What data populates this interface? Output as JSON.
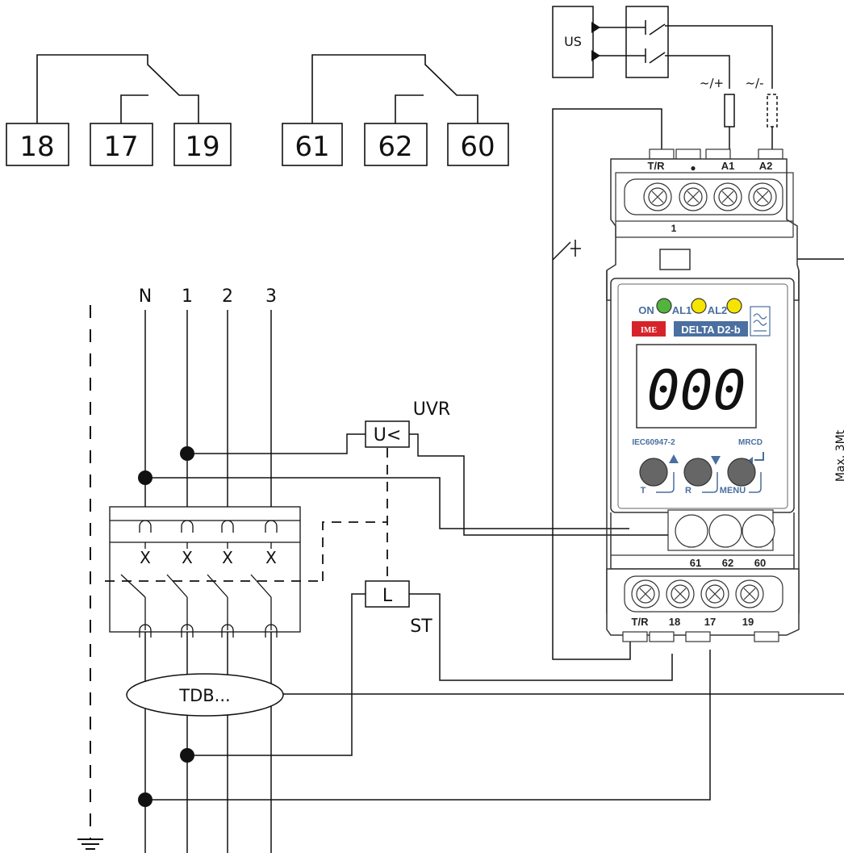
{
  "contacts": {
    "relay1": {
      "t1": "18",
      "t2": "17",
      "t3": "19"
    },
    "relay2": {
      "t1": "61",
      "t2": "62",
      "t3": "60"
    }
  },
  "supply": {
    "us_label": "US",
    "plus_label": "~/+",
    "minus_label": "~/-"
  },
  "lines": {
    "n": "N",
    "l1": "1",
    "l2": "2",
    "l3": "3"
  },
  "breaker_marks": [
    "X",
    "X",
    "X",
    "X"
  ],
  "uvr": {
    "label": "UVR",
    "symbol": "U<"
  },
  "shunt": {
    "label": "ST",
    "symbol": "L"
  },
  "toroid": {
    "label": "TDB..."
  },
  "device": {
    "top_terminals": [
      "T/R",
      "●",
      "A1",
      "A2"
    ],
    "top_number": "1",
    "led_on": "ON",
    "led_al1": "AL1",
    "led_al2": "AL2",
    "brand": "IME",
    "model": "DELTA D2-b",
    "display": "000",
    "standard": "IEC60947-2",
    "type": "MRCD",
    "btn_t": "T",
    "btn_r": "R",
    "btn_menu": "MENU",
    "mid_terminals": [
      "61",
      "62",
      "60"
    ],
    "bottom_terminals": [
      "T/R",
      "18",
      "17",
      "19"
    ],
    "side_note": "Max. 3Mt"
  },
  "colors": {
    "led_on": "#52b43c",
    "led_alarm": "#f5e400",
    "brand_red": "#d6232b",
    "model_blue": "#4a6fa0"
  }
}
